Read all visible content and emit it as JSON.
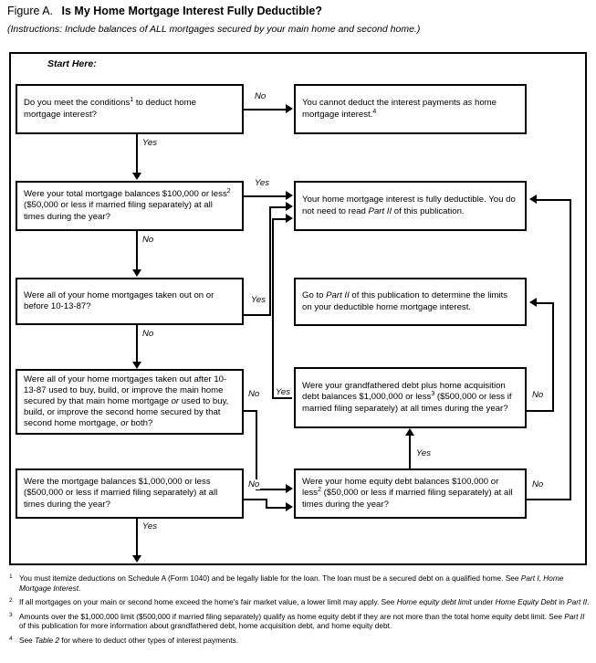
{
  "header": {
    "figure_label": "Figure A.",
    "title": "Is My Home Mortgage Interest Fully Deductible?",
    "instructions": "(Instructions: Include balances of ALL mortgages secured by your main home and second home.)"
  },
  "flowchart": {
    "start_label": "Start Here:",
    "nodes": {
      "q1": "Do you meet the conditions¹ to deduct home mortgage interest?",
      "q1_parts": {
        "a": "Do you meet the conditions",
        "sup": "1",
        "b": " to deduct home mortgage interest?"
      },
      "r_cannot": "You cannot deduct the interest payments as home mortgage interest.⁴",
      "r_cannot_parts": {
        "a": "You cannot deduct the interest payments ",
        "em": "as",
        "b": " home mortgage interest.",
        "sup": "4"
      },
      "q2": "Were your total mortgage balances $100,000 or less² ($50,000 or less if married filing separately) at all times during the year?",
      "q2_parts": {
        "a": "Were your total mortgage balances $100,000 or less",
        "sup": "2",
        "b": " ($50,000 or less if married filing separately) at all times during the year?"
      },
      "r_fully": "Your home mortgage interest is fully deductible. You do not need to read Part II of this publication.",
      "r_fully_parts": {
        "a": "Your home mortgage interest is fully deductible. You do not need to read ",
        "em": "Part II",
        "b": " of this publication."
      },
      "q3": "Were all of your home mortgages taken out on or before 10-13-87?",
      "r_partii": "Go to Part II of this publication to determine the limits on your deductible home mortgage interest.",
      "r_partii_parts": {
        "a": "Go to ",
        "em": "Part II",
        "b": " of this publication to determine the limits on your deductible home mortgage interest."
      },
      "q4": "Were all of your home mortgages taken out after 10-13-87 used to buy, build, or improve the main home secured by that main home mortgage or used to buy, build, or improve the second home secured by that second home mortgage, or both?",
      "q4_parts": {
        "a": "Were all of your home mortgages taken out after 10-13-87 used to buy, build, or improve the main home secured by that main home mortgage ",
        "em1": "or",
        "b": " used to buy, build, or improve the second home secured by that second home mortgage, ",
        "em2": "or",
        "c": " both?"
      },
      "q5": "Were your grandfathered debt plus home acquisition debt balances $1,000,000 or less³ ($500,000 or less if married filing separately) at all times during the year?",
      "q5_parts": {
        "a": "Were your grandfathered debt plus home acquisition debt balances $1,000,000 or less",
        "sup": "3",
        "b": " ($500,000 or less if married filing separately) at all times during the year?"
      },
      "q6": "Were the mortgage balances $1,000,000 or less ($500,000 or less if married filing separately) at all times during the year?",
      "q7": "Were your home equity debt balances $100,000 or less² ($50,000 or less if married filing separately) at all times during the year?",
      "q7_parts": {
        "a": "Were your home equity debt balances $100,000 or less",
        "sup": "2",
        "b": " ($50,000 or less if married filing separately) at all times during the year?"
      }
    },
    "edge_labels": {
      "q1_no": "No",
      "q1_yes": "Yes",
      "q2_yes": "Yes",
      "q2_no": "No",
      "q3_yes": "Yes",
      "q3_no": "No",
      "q4_no": "No",
      "q4_yes_right": "Yes",
      "q4_yes_down": "Yes",
      "q5_no": "No",
      "q6_no": "No",
      "q6_yes": "Yes",
      "q7_no": "No",
      "q7_yes": "Yes"
    }
  },
  "footnotes": [
    {
      "marker": "1",
      "parts": {
        "a": "You must itemize deductions on Schedule A (Form 1040) and be legally liable for the loan. The loan must be a secured debt on a qualified home. See ",
        "em": "Part I, Home Mortgage Interest",
        "b": "."
      }
    },
    {
      "marker": "2",
      "parts": {
        "a": "If all mortgages on your main or second home exceed the home's fair market value, a lower limit may apply. See ",
        "em": "Home equity debt limit",
        "b": " under ",
        "em2": "Home Equity Debt",
        "c": " in ",
        "em3": "Part II",
        "d": "."
      }
    },
    {
      "marker": "3",
      "parts": {
        "a": "Amounts over the $1,000,000 limit ($500,000 if married filing separately) qualify as home equity debt if they are not more than the total home equity debt limit. See ",
        "em": "Part II",
        "b": " of this publication for more information about grandfathered debt, home acquisition debt, and home equity debt."
      }
    },
    {
      "marker": "4",
      "parts": {
        "a": "See ",
        "em": "Table 2",
        "b": " for where to deduct other types of interest payments."
      }
    }
  ],
  "colors": {
    "ink": "#000000",
    "paper": "#ffffff"
  }
}
